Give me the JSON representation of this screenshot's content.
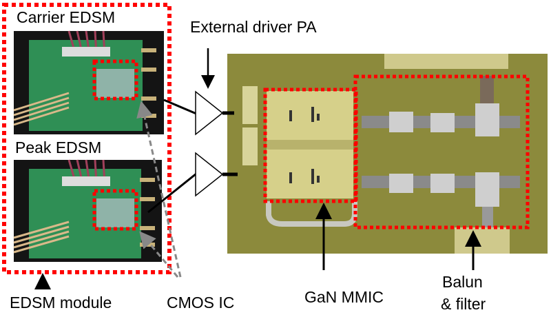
{
  "labels": {
    "carrier_edsm": "Carrier EDSM",
    "peak_edsm": "Peak EDSM",
    "external_driver_pa": "External driver PA",
    "edsm_module": "EDSM module",
    "cmos_ic": "CMOS IC",
    "gan_mmic": "GaN MMIC",
    "balun_line1": "Balun",
    "balun_line2": "& filter"
  },
  "colors": {
    "highlight": "#ff0000",
    "pcb_green": "#2f8f55",
    "substrate": "#8c8a3c",
    "mmic_gold": "#d6d08a"
  }
}
